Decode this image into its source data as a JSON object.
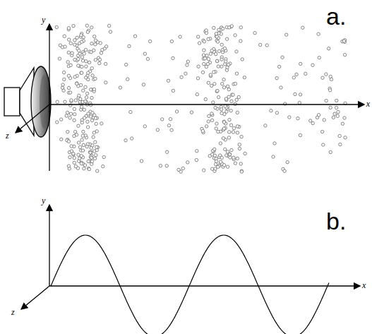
{
  "diagram": {
    "labels": [
      "a.",
      "y",
      "x",
      "z",
      "b.",
      "y",
      "x",
      "z"
    ]
  }
}
